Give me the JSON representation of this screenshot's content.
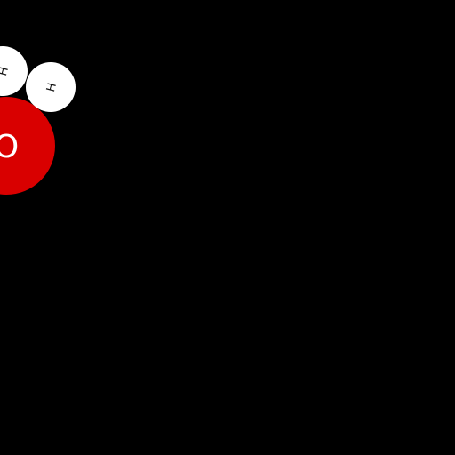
{
  "scene": {
    "background_color": "#000000",
    "molecule": {
      "atoms": [
        {
          "symbol": "O",
          "color": "#d90000",
          "label_color": "#ffffff"
        },
        {
          "symbol": "H",
          "color": "#ffffff",
          "label_color": "#111111"
        },
        {
          "symbol": "H",
          "color": "#ffffff",
          "label_color": "#111111"
        }
      ]
    }
  }
}
